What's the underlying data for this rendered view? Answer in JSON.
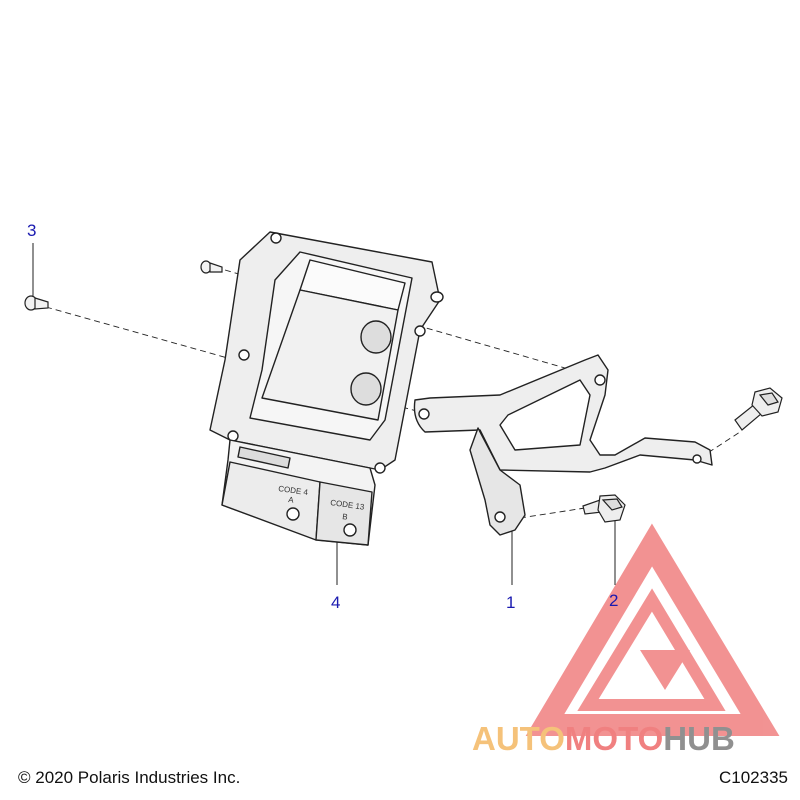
{
  "callouts": [
    {
      "id": "1",
      "label": "1"
    },
    {
      "id": "2",
      "label": "2"
    },
    {
      "id": "3",
      "label": "3"
    },
    {
      "id": "4",
      "label": "4"
    }
  ],
  "module_labels": {
    "code_a": "CODE 4",
    "letter_a": "A",
    "code_b": "CODE 13",
    "letter_b": "B"
  },
  "watermark": {
    "part1": "AUTO",
    "part2": "MOTO",
    "part3": "HUB",
    "color_auto": "#f5c27a",
    "color_moto": "#f08080",
    "color_hub": "#909090",
    "triangle_color": "#f08080"
  },
  "footer": {
    "copyright": "© 2020 Polaris Industries Inc.",
    "figure_id": "C102335"
  },
  "colors": {
    "callout": "#1a1ab0",
    "line": "#222222"
  }
}
